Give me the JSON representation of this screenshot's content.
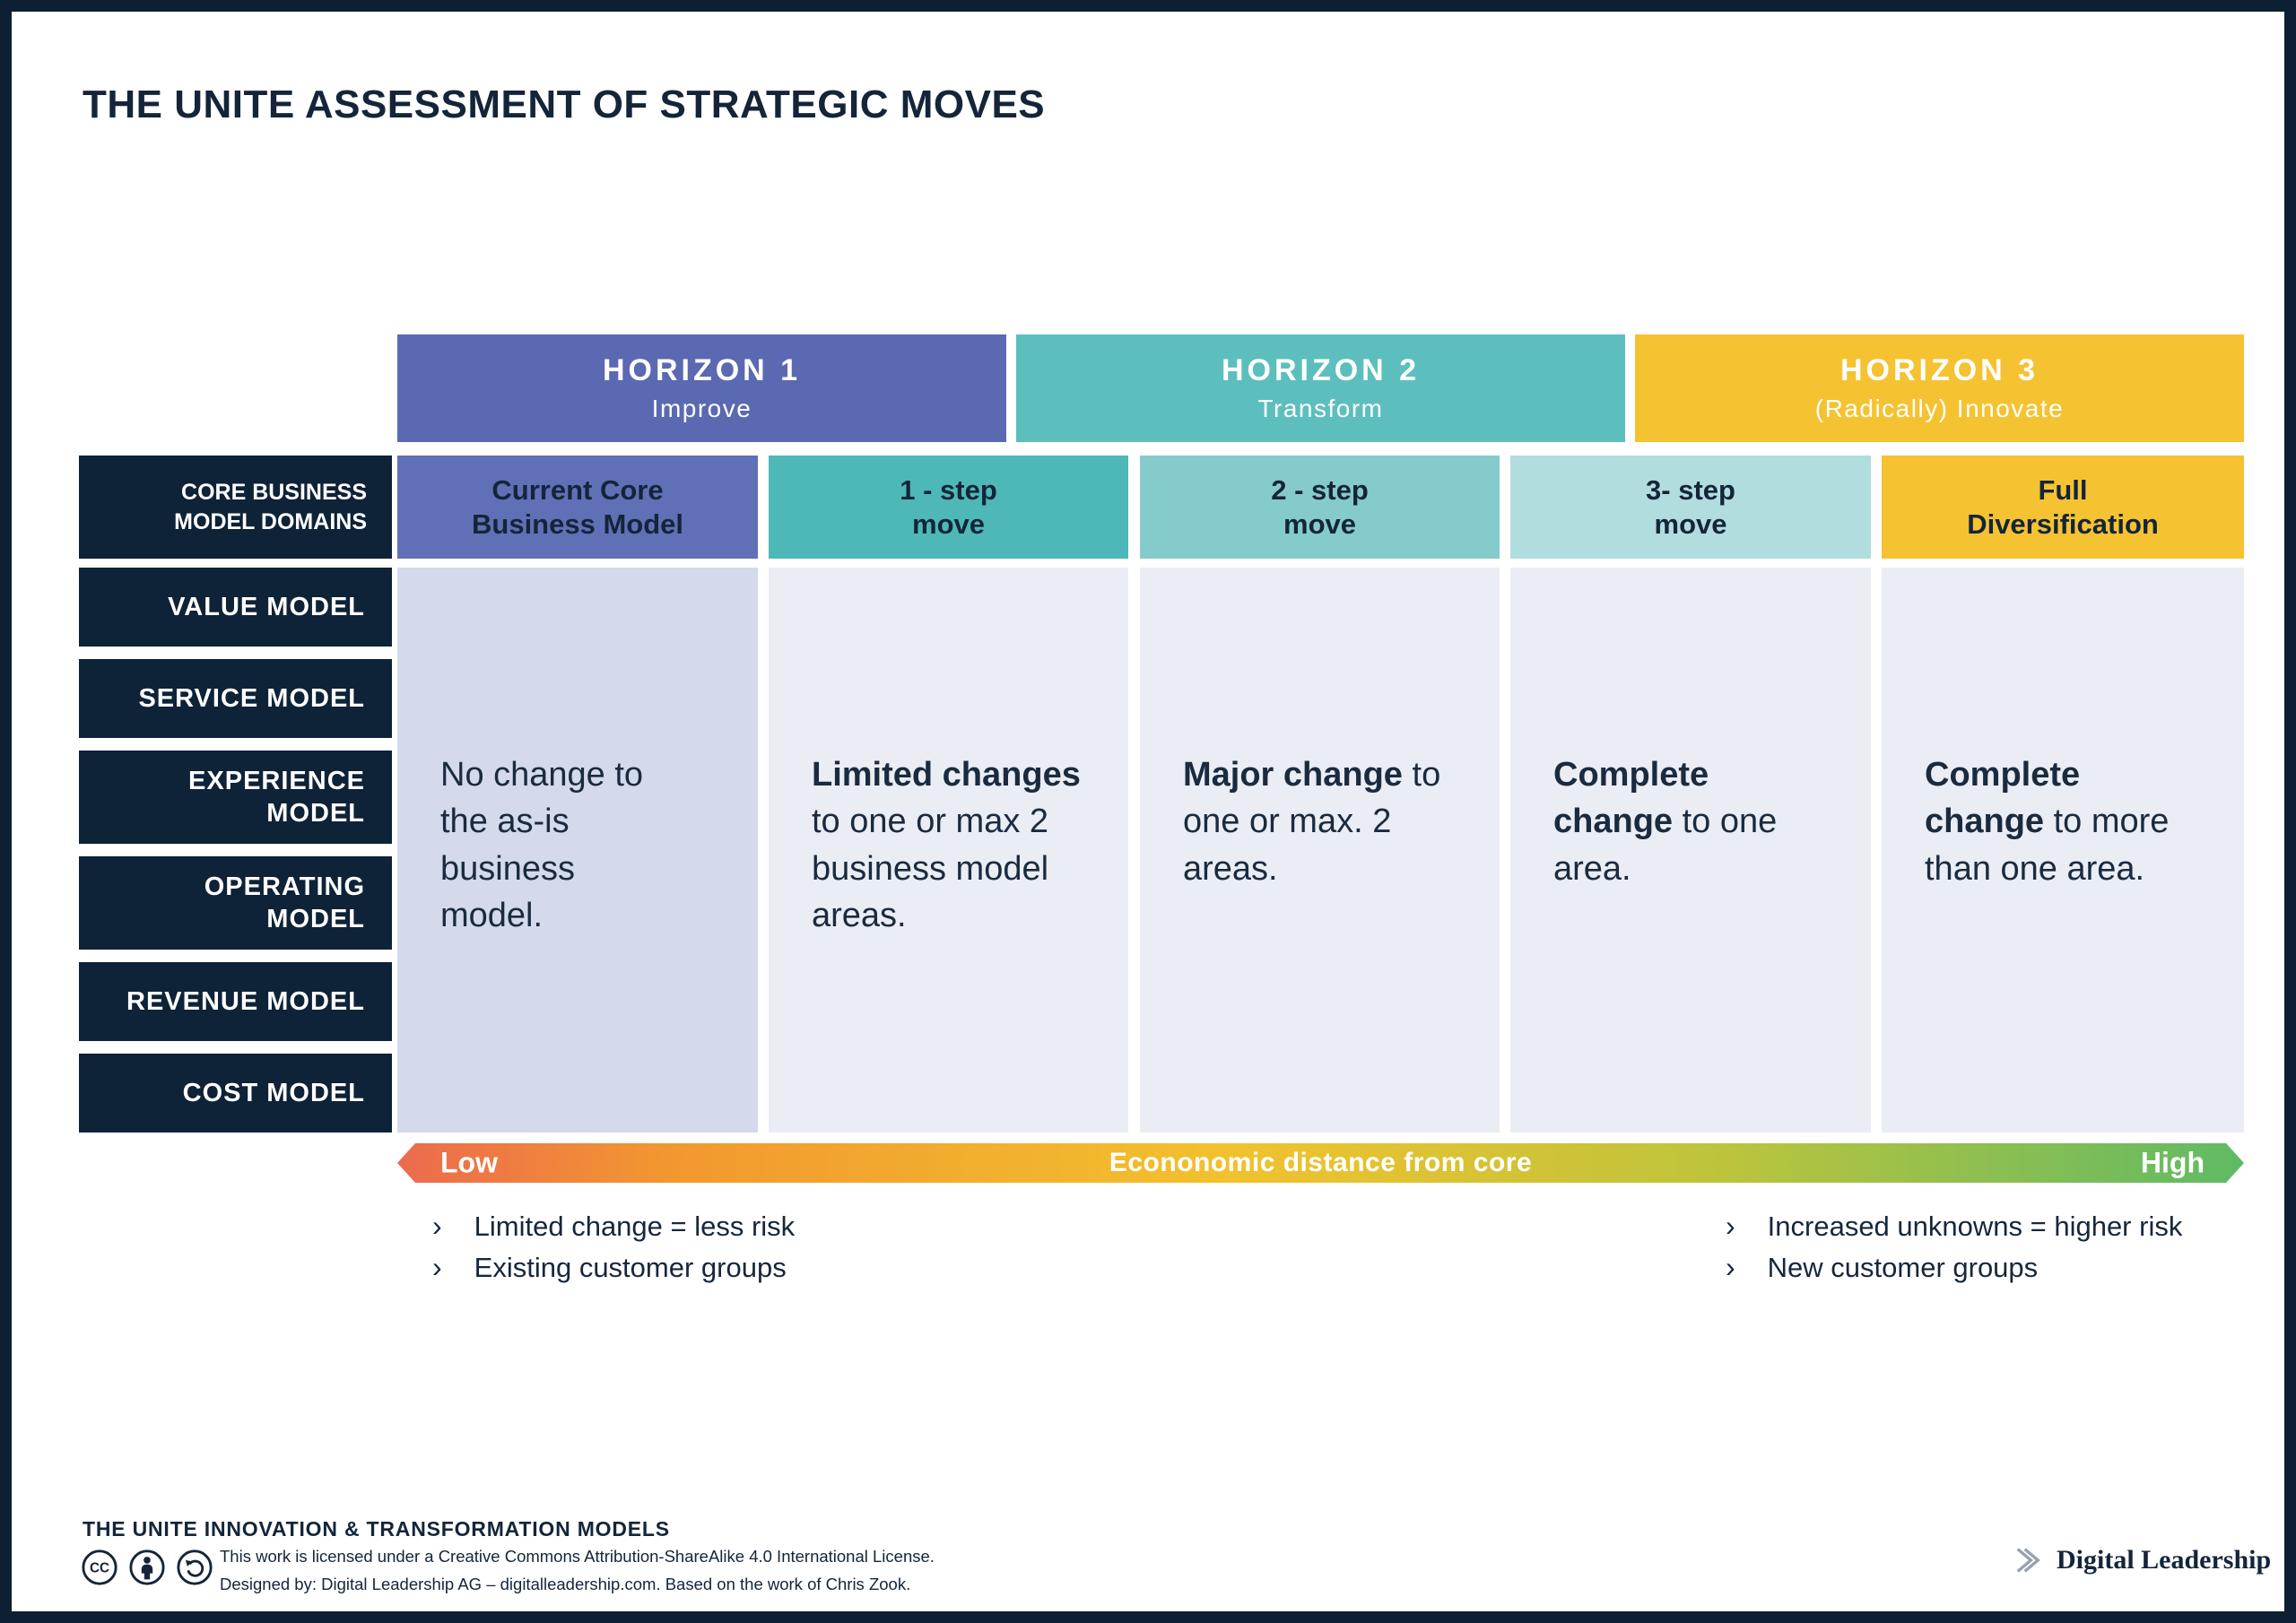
{
  "title": "THE UNITE ASSESSMENT OF STRATEGIC MOVES",
  "colors": {
    "navy": "#0E2238",
    "frame": "#0D1F33",
    "horizon1": "#5A69B1",
    "horizon2": "#5CBFBE",
    "horizon3": "#F5C231",
    "current_core_header": "#6070B6",
    "current_core_body": "#D5D9EC",
    "step1_header": "#4EB8B8",
    "step2_header": "#85CBCB",
    "step3_header": "#B2DDDE",
    "full_div_header": "#F5C231",
    "body_bg": "#EAEDF3",
    "axis_gradient": "linear-gradient(90deg, #EC6A4E 0%, #F2982F 15%, #F2C12E 45%, #BCC43C 72%, #5FBA64 100%)",
    "gradient_stops": [
      "#EC6A4E",
      "#F2982F",
      "#F2C12E",
      "#BCC43C",
      "#5FBA64"
    ]
  },
  "horizons": [
    {
      "name": "HORIZON 1",
      "subtitle": "Improve"
    },
    {
      "name": "HORIZON 2",
      "subtitle": "Transform"
    },
    {
      "name": "HORIZON 3",
      "subtitle": "(Radically) Innovate"
    }
  ],
  "domains_header": "CORE BUSINESS MODEL DOMAINS",
  "domains": [
    "VALUE MODEL",
    "SERVICE MODEL",
    "EXPERIENCE MODEL",
    "OPERATING MODEL",
    "REVENUE MODEL",
    "COST MODEL"
  ],
  "columns": [
    {
      "header_line1": "Current Core",
      "header_line2": "Business Model",
      "lead": "",
      "body": "No change to the as-is business model."
    },
    {
      "header_line1": "1 - step",
      "header_line2": "move",
      "lead": "Limited changes",
      "body": " to one or max 2 business model areas."
    },
    {
      "header_line1": "2 - step",
      "header_line2": "move",
      "lead": "Major change",
      "body": " to one or max. 2 areas."
    },
    {
      "header_line1": "3- step",
      "header_line2": "move",
      "lead": "Complete change",
      "body": " to one area."
    },
    {
      "header_line1": "Full",
      "header_line2": "Diversification",
      "lead": "Complete change",
      "body": " to more than one area."
    }
  ],
  "axis": {
    "low_label": "Low",
    "title": "Econonomic distance from core",
    "high_label": "High"
  },
  "notes": {
    "bullet_glyph": "›",
    "left": [
      "Limited change = less risk",
      "Existing customer groups"
    ],
    "right": [
      "Increased unknowns = higher risk",
      "New customer groups"
    ]
  },
  "footer": {
    "series_title": "THE UNITE INNOVATION & TRANSFORMATION MODELS",
    "license_line1": "This work is licensed under a Creative Commons Attribution-ShareAlike 4.0 International License.",
    "license_line2": "Designed by: Digital Leadership AG – digitalleadership.com. Based on the work of Chris Zook.",
    "brand": "Digital Leadership",
    "icons": {
      "cc": "cc-icon",
      "attribution": "attribution-person-icon",
      "share_alike": "share-alike-icon",
      "brand_chevron": "double-chevron-icon"
    }
  }
}
